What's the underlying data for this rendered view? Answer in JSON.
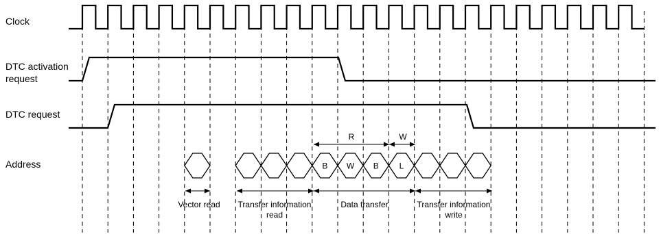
{
  "signals": {
    "clock": "Clock",
    "activation_line1": "DTC activation",
    "activation_line2": "request",
    "dtc_request": "DTC request",
    "address": "Address"
  },
  "bus_cells": [
    "B",
    "W",
    "B",
    "L"
  ],
  "bracket_labels": {
    "read": "R",
    "write": "W"
  },
  "phases": {
    "vector_read": "Vector read",
    "transfer_info_read_line1": "Transfer information",
    "transfer_info_read_line2": "read",
    "data_transfer": "Data transfer",
    "transfer_info_write_line1": "Transfer information",
    "transfer_info_write_line2": "write"
  }
}
